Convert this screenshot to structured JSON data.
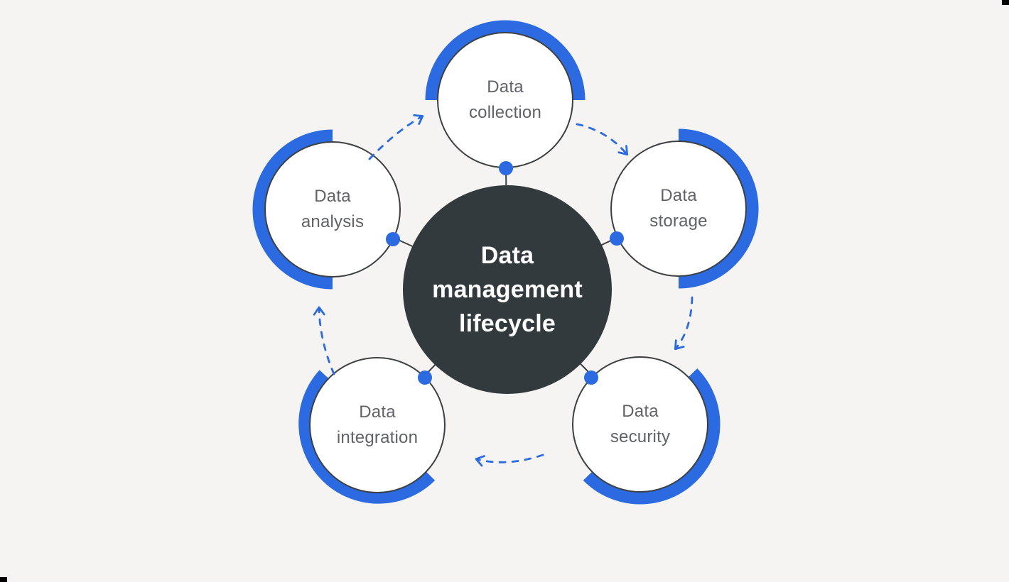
{
  "title": {
    "lines": [
      "Data",
      "management",
      "lifecycle"
    ]
  },
  "nodes": [
    {
      "id": "data-collection",
      "line1": "Data",
      "line2": "collection"
    },
    {
      "id": "data-storage",
      "line1": "Data",
      "line2": "storage"
    },
    {
      "id": "data-security",
      "line1": "Data",
      "line2": "security"
    },
    {
      "id": "data-integration",
      "line1": "Data",
      "line2": "integration"
    },
    {
      "id": "data-analysis",
      "line1": "Data",
      "line2": "analysis"
    }
  ],
  "flow": {
    "style": "dashed-curved-arrows",
    "direction": "clockwise",
    "sequence": [
      "Data collection",
      "Data storage",
      "Data security",
      "Data integration",
      "Data analysis",
      "Data collection"
    ]
  },
  "colors": {
    "background": "#F5F4F2",
    "accent_blue": "#2B6AE0",
    "center_circle_fill": "#333A3E",
    "node_fill": "#FFFFFF",
    "node_border": "#3C4043",
    "label_text": "#5F6368",
    "title_text": "#FFFFFF"
  }
}
